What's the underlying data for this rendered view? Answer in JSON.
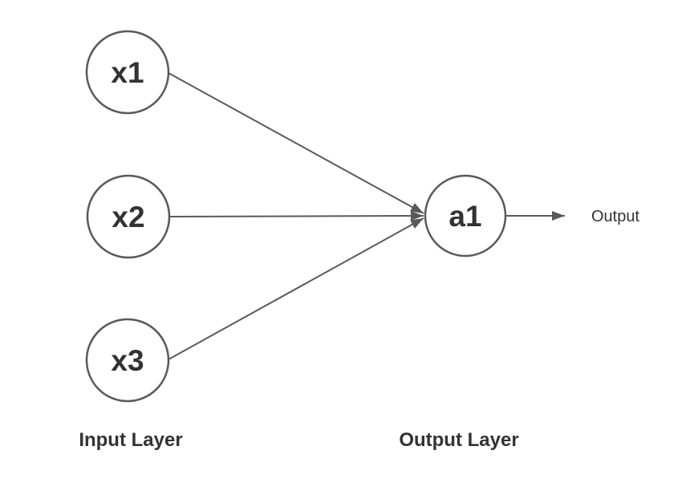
{
  "diagram": {
    "title": "neural-network-single-output",
    "nodes": [
      {
        "id": "x1",
        "label": "x1",
        "layer": "input"
      },
      {
        "id": "x2",
        "label": "x2",
        "layer": "input"
      },
      {
        "id": "x3",
        "label": "x3",
        "layer": "input"
      },
      {
        "id": "a1",
        "label": "a1",
        "layer": "output"
      }
    ],
    "edges": [
      {
        "from": "x1",
        "to": "a1",
        "arrow": true
      },
      {
        "from": "x2",
        "to": "a1",
        "arrow": true
      },
      {
        "from": "x3",
        "to": "a1",
        "arrow": true
      },
      {
        "from": "a1",
        "to": "output-text",
        "arrow": true
      }
    ],
    "captions": {
      "input_layer": "Input Layer",
      "output_layer": "Output Layer",
      "output": "Output"
    },
    "colors": {
      "stroke": "#595959",
      "text": "#333333",
      "background": "#ffffff"
    }
  }
}
